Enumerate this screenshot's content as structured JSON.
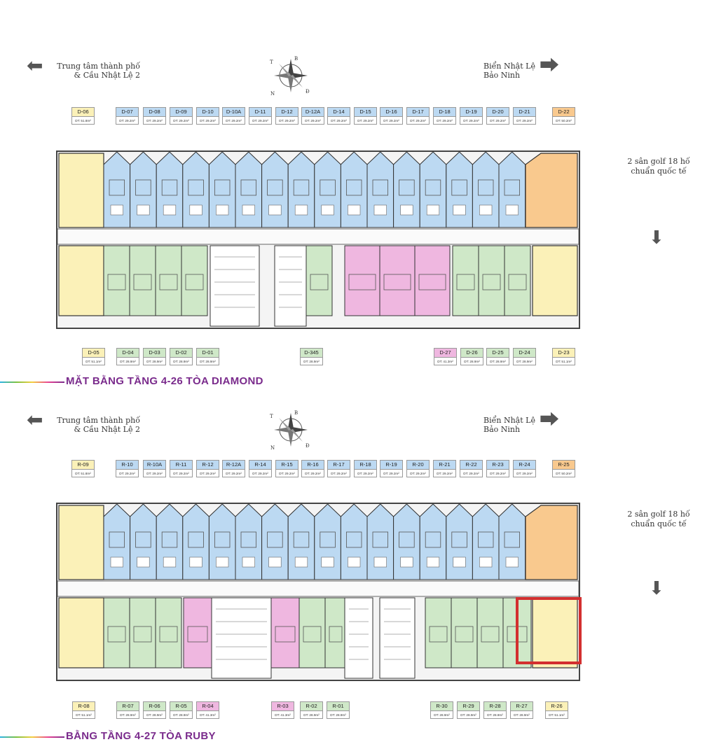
{
  "diamond": {
    "dir_left_line1": "Trung tâm thành phố",
    "dir_left_line2": "& Cầu Nhật Lệ 2",
    "dir_right_line1": "Biển Nhật Lệ",
    "dir_right_line2": "Bảo Ninh",
    "golf_line1": "2 sân golf 18 hố",
    "golf_line2": "chuẩn quốc tế",
    "title": "MẶT BẰNG TẦNG 4-26 TÒA DIAMOND",
    "top_units": [
      {
        "code": "D-06",
        "area": "DT: 51.8m²",
        "color": "yellow"
      },
      {
        "code": "D-07",
        "area": "DT: 29.2m²",
        "color": "blue"
      },
      {
        "code": "D-08",
        "area": "DT: 29.2m²",
        "color": "blue"
      },
      {
        "code": "D-09",
        "area": "DT: 29.2m²",
        "color": "blue"
      },
      {
        "code": "D-10",
        "area": "DT: 29.2m²",
        "color": "blue"
      },
      {
        "code": "D-10A",
        "area": "DT: 29.2m²",
        "color": "blue"
      },
      {
        "code": "D-11",
        "area": "DT: 29.2m²",
        "color": "blue"
      },
      {
        "code": "D-12",
        "area": "DT: 29.2m²",
        "color": "blue"
      },
      {
        "code": "D-12A",
        "area": "DT: 29.2m²",
        "color": "blue"
      },
      {
        "code": "D-14",
        "area": "DT: 29.2m²",
        "color": "blue"
      },
      {
        "code": "D-15",
        "area": "DT: 29.2m²",
        "color": "blue"
      },
      {
        "code": "D-16",
        "area": "DT: 29.2m²",
        "color": "blue"
      },
      {
        "code": "D-17",
        "area": "DT: 29.2m²",
        "color": "blue"
      },
      {
        "code": "D-18",
        "area": "DT: 29.2m²",
        "color": "blue"
      },
      {
        "code": "D-19",
        "area": "DT: 29.2m²",
        "color": "blue"
      },
      {
        "code": "D-20",
        "area": "DT: 29.2m²",
        "color": "blue"
      },
      {
        "code": "D-21",
        "area": "DT: 29.2m²",
        "color": "blue"
      },
      {
        "code": "D-22",
        "area": "DT: 50.2m²",
        "color": "orange"
      }
    ],
    "bottom_units": [
      {
        "code": "D-05",
        "area": "DT: 51.1m²",
        "color": "yellow"
      },
      {
        "code": "D-04",
        "area": "DT: 28.9m²",
        "color": "green"
      },
      {
        "code": "D-03",
        "area": "DT: 28.9m²",
        "color": "green"
      },
      {
        "code": "D-02",
        "area": "DT: 28.9m²",
        "color": "green"
      },
      {
        "code": "D-01",
        "area": "DT: 28.9m²",
        "color": "green"
      },
      {
        "code": "D-345",
        "area": "DT: 28.9m²",
        "color": "green"
      },
      {
        "code": "D-27",
        "area": "DT: 41.3m²",
        "color": "pink"
      },
      {
        "code": "D-26",
        "area": "DT: 28.9m²",
        "color": "green"
      },
      {
        "code": "D-25",
        "area": "DT: 28.9m²",
        "color": "green"
      },
      {
        "code": "D-24",
        "area": "DT: 28.9m²",
        "color": "green"
      },
      {
        "code": "D-23",
        "area": "DT: 51.1m²",
        "color": "yellow"
      }
    ]
  },
  "ruby": {
    "dir_left_line1": "Trung tâm thành phố",
    "dir_left_line2": "& Cầu Nhật Lệ 2",
    "dir_right_line1": "Biển Nhật Lệ",
    "dir_right_line2": "Bảo Ninh",
    "golf_line1": "2 sân golf 18 hố",
    "golf_line2": "chuẩn quốc tế",
    "title": "BẰNG TẦNG 4-27 TÒA RUBY",
    "top_units": [
      {
        "code": "R-09",
        "area": "DT: 51.8m²",
        "color": "yellow"
      },
      {
        "code": "R-10",
        "area": "DT: 29.2m²",
        "color": "blue"
      },
      {
        "code": "R-10A",
        "area": "DT: 29.2m²",
        "color": "blue"
      },
      {
        "code": "R-11",
        "area": "DT: 29.2m²",
        "color": "blue"
      },
      {
        "code": "R-12",
        "area": "DT: 29.2m²",
        "color": "blue"
      },
      {
        "code": "R-12A",
        "area": "DT: 29.2m²",
        "color": "blue"
      },
      {
        "code": "R-14",
        "area": "DT: 29.2m²",
        "color": "blue"
      },
      {
        "code": "R-15",
        "area": "DT: 29.2m²",
        "color": "blue"
      },
      {
        "code": "R-16",
        "area": "DT: 29.2m²",
        "color": "blue"
      },
      {
        "code": "R-17",
        "area": "DT: 29.2m²",
        "color": "blue"
      },
      {
        "code": "R-18",
        "area": "DT: 29.2m²",
        "color": "blue"
      },
      {
        "code": "R-19",
        "area": "DT: 29.2m²",
        "color": "blue"
      },
      {
        "code": "R-20",
        "area": "DT: 29.2m²",
        "color": "blue"
      },
      {
        "code": "R-21",
        "area": "DT: 29.2m²",
        "color": "blue"
      },
      {
        "code": "R-22",
        "area": "DT: 29.2m²",
        "color": "blue"
      },
      {
        "code": "R-23",
        "area": "DT: 29.2m²",
        "color": "blue"
      },
      {
        "code": "R-24",
        "area": "DT: 29.2m²",
        "color": "blue"
      },
      {
        "code": "R-25",
        "area": "DT: 50.2m²",
        "color": "orange"
      }
    ],
    "bottom_units": [
      {
        "code": "R-08",
        "area": "DT: 51.1m²",
        "color": "yellow"
      },
      {
        "code": "R-07",
        "area": "DT: 28.9m²",
        "color": "green"
      },
      {
        "code": "R-06",
        "area": "DT: 28.9m²",
        "color": "green"
      },
      {
        "code": "R-05",
        "area": "DT: 28.9m²",
        "color": "green"
      },
      {
        "code": "R-04",
        "area": "DT: 41.3m²",
        "color": "pink"
      },
      {
        "code": "R-03",
        "area": "DT: 41.3m²",
        "color": "pink"
      },
      {
        "code": "R-02",
        "area": "DT: 28.9m²",
        "color": "green"
      },
      {
        "code": "R-01",
        "area": "DT: 28.9m²",
        "color": "green"
      },
      {
        "code": "R-30",
        "area": "DT: 28.9m²",
        "color": "green"
      },
      {
        "code": "R-29",
        "area": "DT: 28.9m²",
        "color": "green"
      },
      {
        "code": "R-28",
        "area": "DT: 28.9m²",
        "color": "green"
      },
      {
        "code": "R-27",
        "area": "DT: 28.9m²",
        "color": "green"
      },
      {
        "code": "R-26",
        "area": "DT: 51.1m²",
        "color": "yellow"
      }
    ]
  },
  "compass": {
    "n": "B",
    "s": "N",
    "e": "Đ",
    "w": "T"
  },
  "colors": {
    "blue": "#bcd9f2",
    "green": "#cfe8c8",
    "yellow": "#fbf1b8",
    "orange": "#f9c98e",
    "pink": "#efb7e0",
    "highlight": "#d32f2f"
  }
}
